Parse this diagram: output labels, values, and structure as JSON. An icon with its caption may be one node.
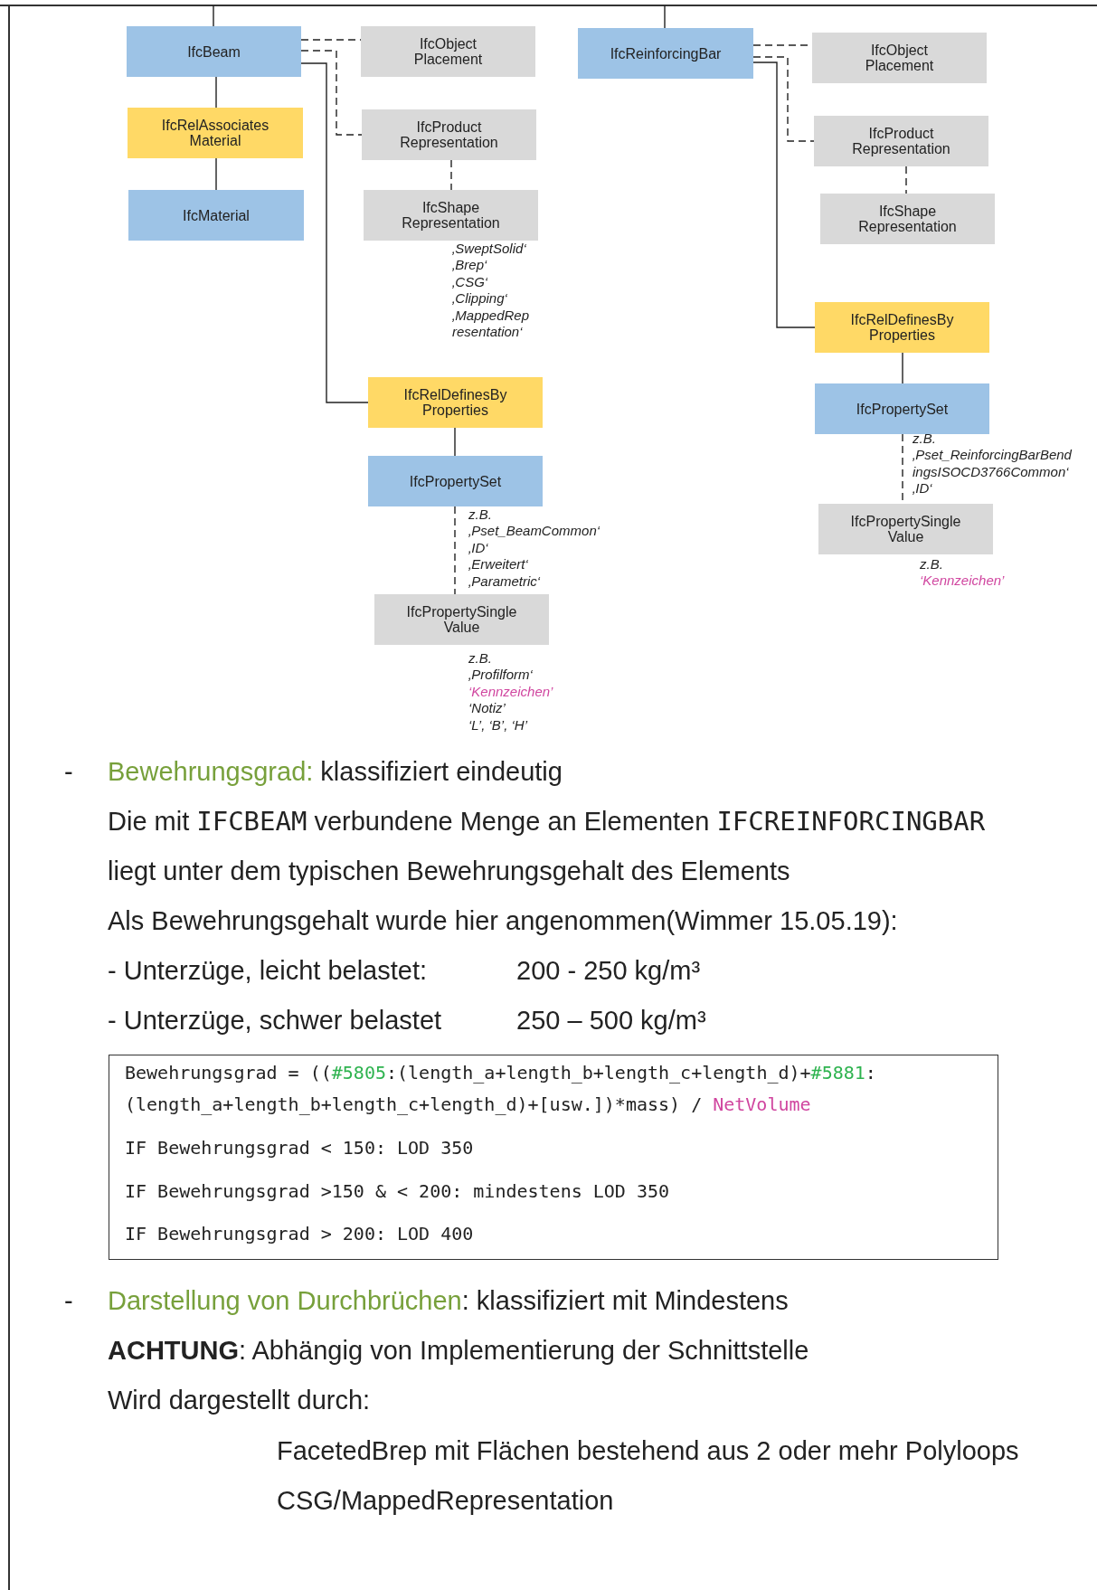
{
  "diagram": {
    "nodes": [
      {
        "text": [
          "IfcBeam"
        ]
      },
      {
        "text": [
          "IfcObject Placement"
        ]
      },
      {
        "text": [
          "IfcRelAssociates Material"
        ]
      },
      {
        "text": [
          "IfcProduct Representation"
        ]
      },
      {
        "text": [
          "IfcMaterial"
        ]
      },
      {
        "text": [
          "IfcShape Representation"
        ],
        "beside": [
          "‚SweptSolid‘",
          "‚Brep‘",
          "‚CSG‘",
          "‚Clipping‘",
          "‚MappedRep resentation‘"
        ]
      },
      {
        "text": [
          "IfcRelDefinesBy Properties"
        ]
      },
      {
        "text": [
          "IfcPropertySet"
        ],
        "beside": [
          "z.B.",
          "‚Pset_BeamCommon‘",
          "‚ID‘",
          "‚Erweitert‘",
          "‚Parametric‘"
        ]
      },
      {
        "text": [
          "IfcPropertySingle Value"
        ],
        "beside": [
          "z.B.",
          "‚Profilform‘",
          "‘Kennzeichen’",
          "‘Notiz’",
          "‘L’, ‘B’, ‘H’"
        ]
      },
      {
        "text": [
          "IfcReinforcingBar"
        ]
      },
      {
        "text": [
          "IfcObject Placement"
        ]
      },
      {
        "text": [
          "IfcProduct Representation"
        ]
      },
      {
        "text": [
          "IfcShape Representation"
        ]
      },
      {
        "text": [
          "IfcRelDefinesBy Properties"
        ]
      },
      {
        "text": [
          "IfcPropertySet"
        ],
        "beside": [
          "z.B.",
          "‚Pset_ReinforcingBarBend ingsISOCD3766Common‘",
          "‚ID‘"
        ]
      },
      {
        "text": [
          "IfcPropertySingle Value"
        ],
        "beside": [
          "z.B.",
          "‘Kennzeichen’"
        ]
      }
    ],
    "edges": [
      {
        "from": null,
        "to": 0,
        "arrow": "none"
      },
      {
        "from": 0,
        "to": 1,
        "arrow": "none",
        "style": "dashed"
      },
      {
        "from": 0,
        "to": 3,
        "arrow": "none",
        "style": "dashed"
      },
      {
        "from": 0,
        "to": 6,
        "arrow": "none"
      },
      {
        "from": 0,
        "to": 2,
        "arrow": "none"
      },
      {
        "from": 2,
        "to": 4,
        "arrow": "none"
      },
      {
        "from": 3,
        "to": 5,
        "arrow": "none",
        "style": "dashed"
      },
      {
        "from": 6,
        "to": 7,
        "arrow": "none"
      },
      {
        "from": 7,
        "to": 8,
        "arrow": "none",
        "style": "dashed"
      },
      {
        "from": null,
        "to": 9,
        "arrow": "none"
      },
      {
        "from": 9,
        "to": 10,
        "arrow": "none",
        "style": "dashed"
      },
      {
        "from": 9,
        "to": 11,
        "arrow": "none",
        "style": "dashed"
      },
      {
        "from": 9,
        "to": 13,
        "arrow": "none"
      },
      {
        "from": 11,
        "to": 12,
        "arrow": "none",
        "style": "dashed"
      },
      {
        "from": 13,
        "to": 14,
        "arrow": "none"
      },
      {
        "from": 14,
        "to": 15,
        "arrow": "none",
        "style": "dashed"
      }
    ],
    "labels": [
      "-",
      "Bewehrungsgrad:",
      "klassifiziert eindeutig",
      "Die mit",
      "IFCBEAM",
      "verbundene Menge an Elementen",
      "IFCREINFORCINGBAR",
      "liegt unter dem typischen Bewehrungsgehalt des Elements",
      "Als Bewehrungsgehalt wurde hier angenommen(Wimmer 15.05.19):",
      "- Unterzüge, leicht belastet:",
      "200 - 250 kg/m³",
      "- Unterzüge, schwer belastet",
      "250 – 500 kg/m³",
      "Bewehrungsgrad = ((",
      "#5805",
      ":(length_a+length_b+length_c+length_d)+",
      "#5881",
      ":",
      "(length_a+length_b+length_c+length_d)+[usw.])*mass) /",
      "NetVolume",
      "IF Bewehrungsgrad < 150: LOD 350",
      "IF Bewehrungsgrad >150 & < 200: mindestens LOD 350",
      "IF Bewehrungsgrad > 200: LOD 400",
      "-",
      "Darstellung von Durchbrüchen",
      ": klassifiziert mit Mindestens",
      "**ACHTUNG**: Abhängig von Implementierung der Schnittstelle",
      "Wird dargestellt durch:",
      "FacetedBrep mit Flächen bestehend aus 2 oder mehr Polyloops",
      "CSG/MappedRepresentation"
    ]
  }
}
